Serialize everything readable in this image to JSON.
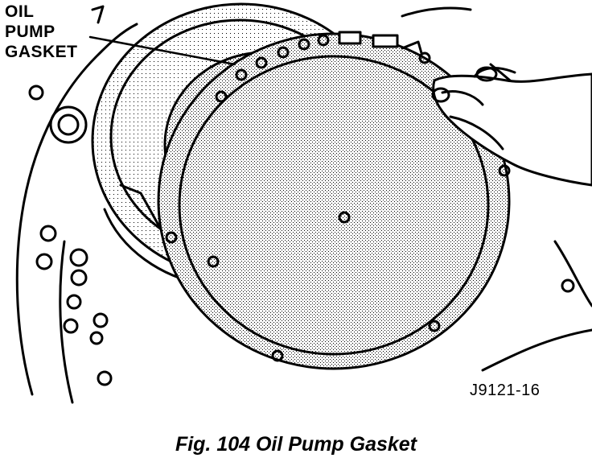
{
  "callout": {
    "line1": "OIL",
    "line2": "PUMP",
    "line3": "GASKET"
  },
  "figure_code": "J9121-16",
  "caption": "Fig. 104 Oil Pump Gasket"
}
